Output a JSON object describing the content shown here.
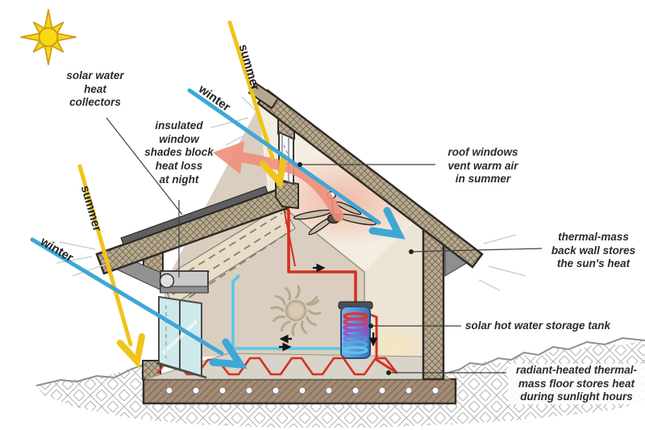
{
  "diagram": {
    "subject": "Passive solar house cross-section showing seasonal sun angles, solar water heating loop and thermal mass storage",
    "background": "#ffffff",
    "callouts": {
      "solar_collectors": "solar water\nheat\ncollectors",
      "window_shades": "insulated\nwindow\nshades block\nheat loss\nat night",
      "roof_windows": "roof windows\nvent warm air\nin summer",
      "thermal_mass_wall": "thermal-mass\nback wall stores\nthe sun's heat",
      "storage_tank": "solar hot water storage tank",
      "radiant_floor": "radiant-heated thermal-\nmass floor stores heat\nduring sunlight hours"
    },
    "sun_rays": {
      "upper_summer": "summer",
      "upper_winter": "winter",
      "lower_summer": "summer",
      "lower_winter": "winter"
    },
    "icons": {
      "sun": "sun-icon",
      "ceiling_fan": "ceiling-fan-icon",
      "wall_sun_relief": "sun-relief-icon"
    },
    "colors": {
      "summer_ray": "#f0c419",
      "winter_ray": "#3fa7d6",
      "warm_air_arrow": "#ef8f7c",
      "hot_water_pipe": "#d5301f",
      "cold_water_pipe": "#58c8ea",
      "storage_tank": "#4c8ed2",
      "insulation": "#b9ab91",
      "collector_panel": "#5f5f5f",
      "label_text": "#2b2b2b"
    }
  }
}
